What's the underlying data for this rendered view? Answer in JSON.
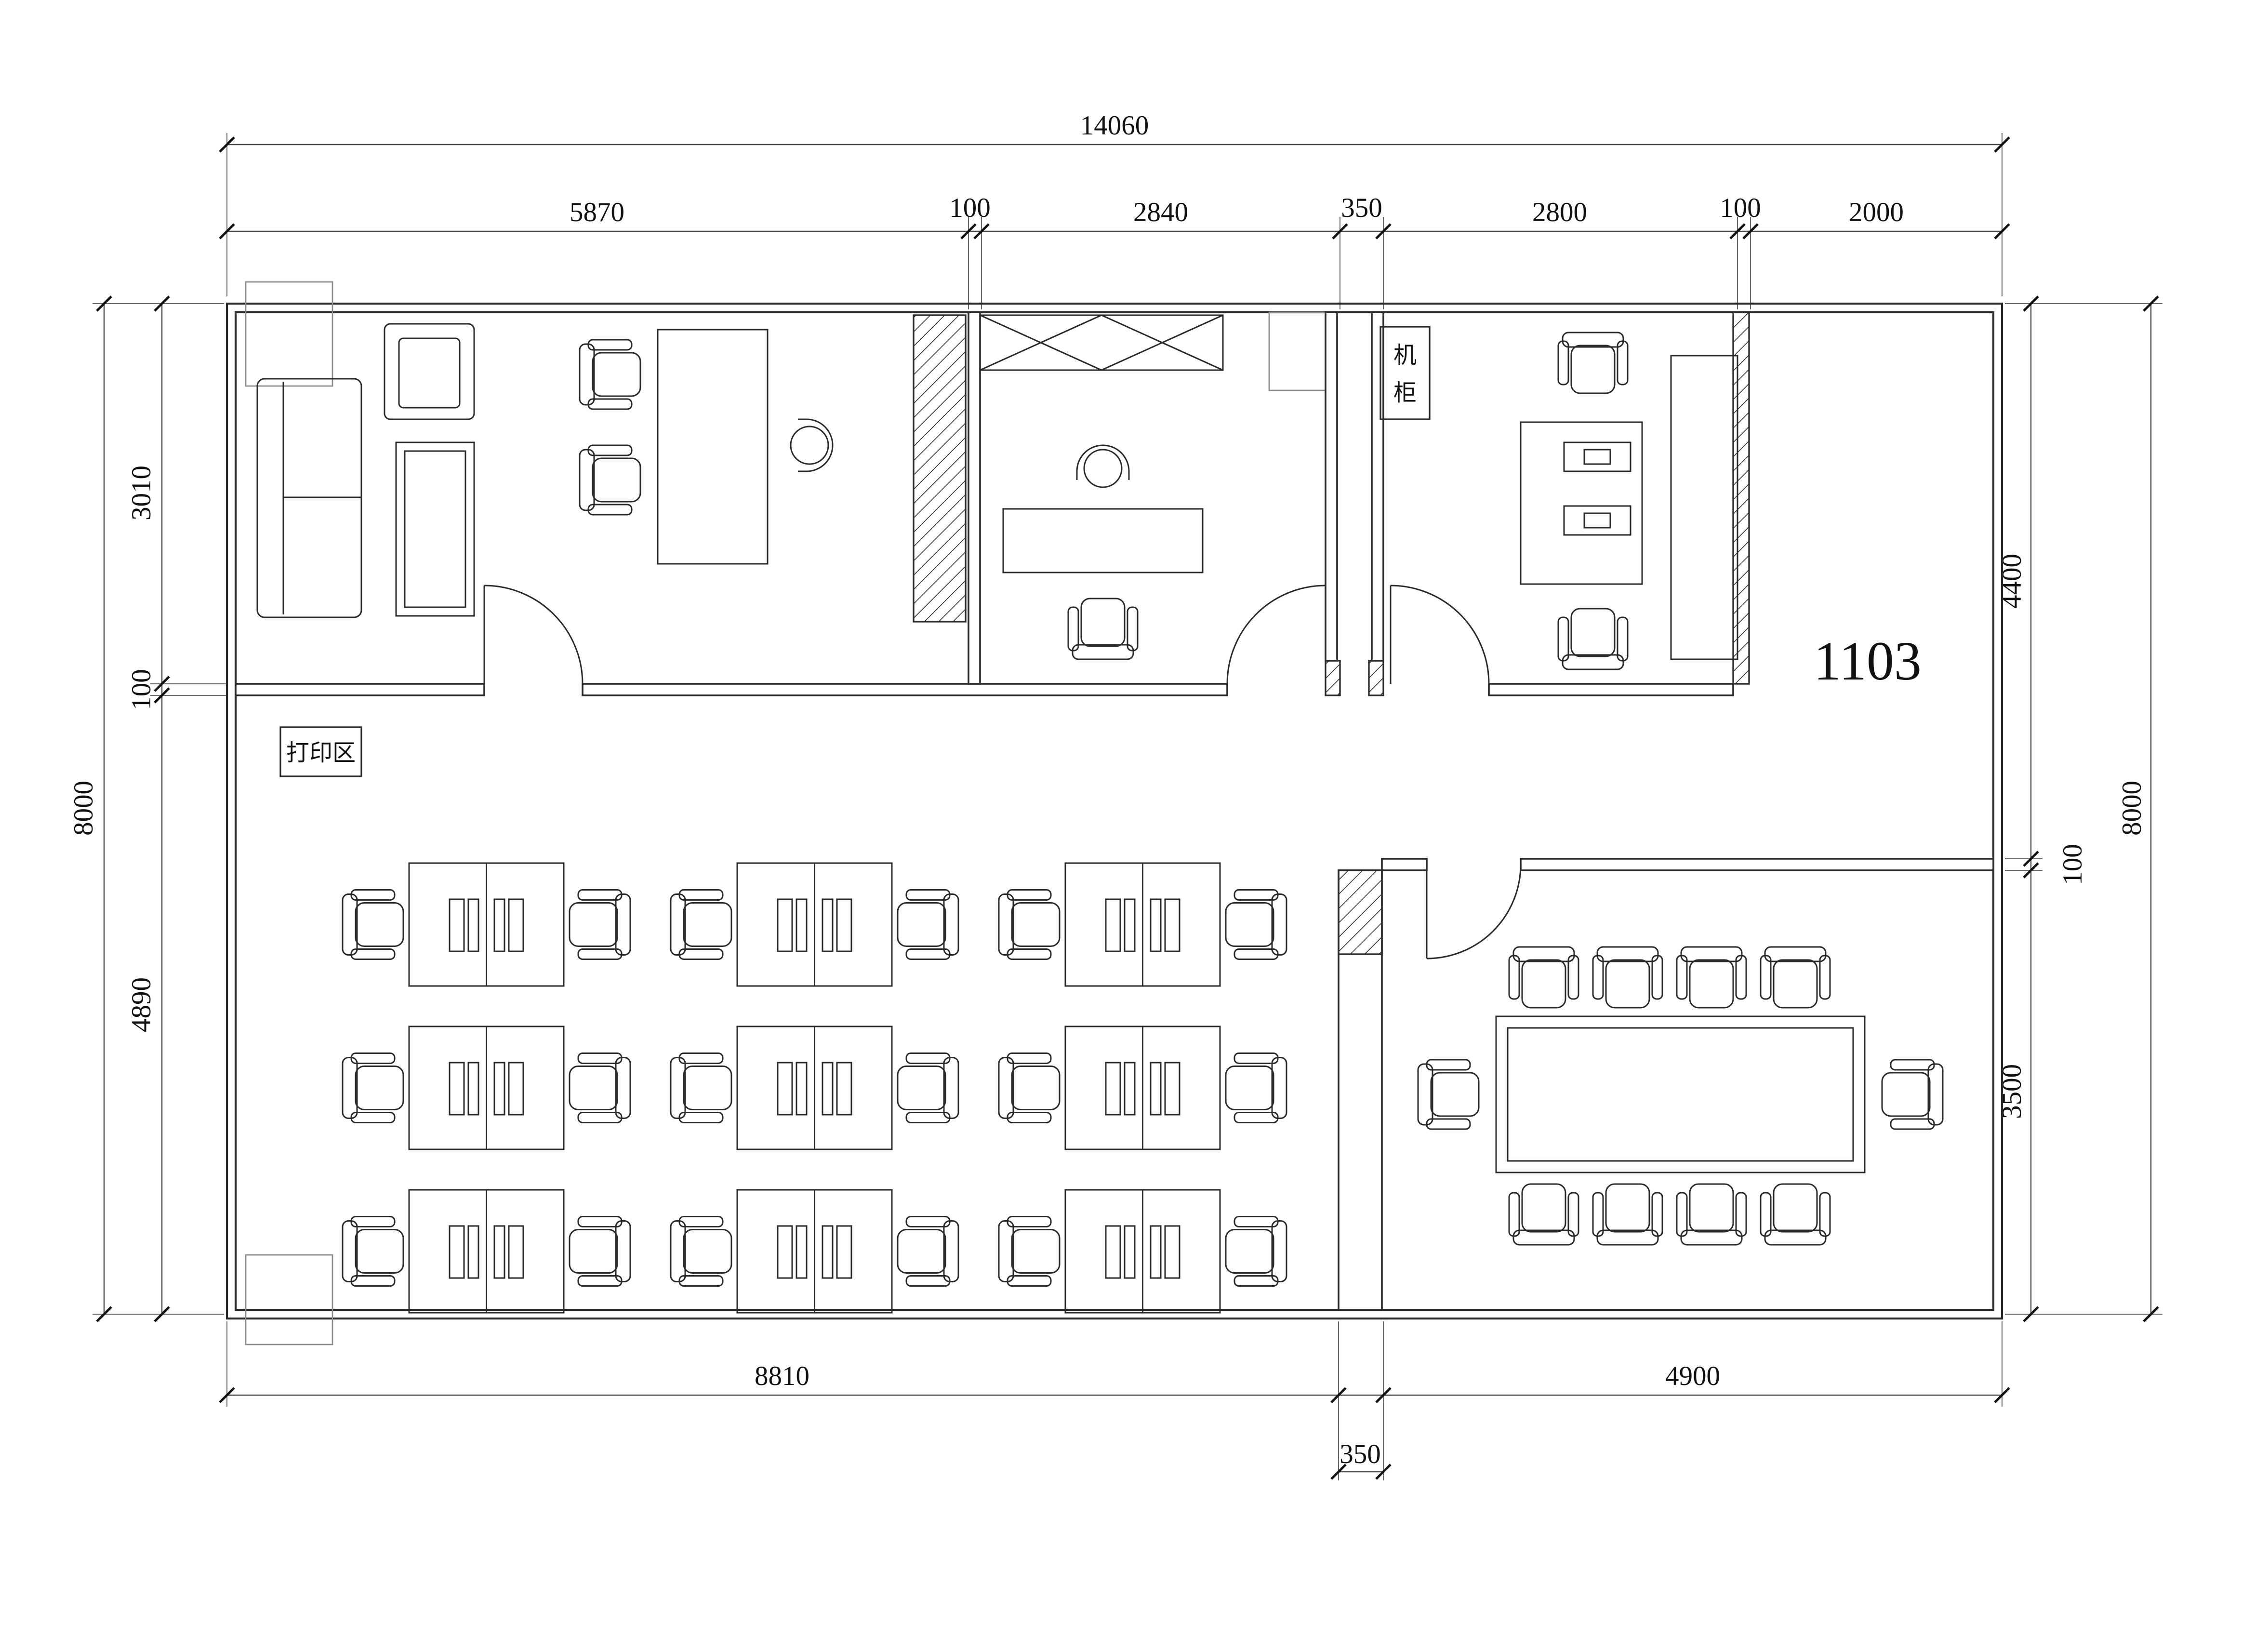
{
  "labels": {
    "unit": "1103",
    "print_area": "打印区",
    "server_cabinet_chars": [
      "机",
      "柜"
    ]
  },
  "dims": {
    "top_total": "14060",
    "top_segments": [
      "5870",
      "100",
      "2840",
      "350",
      "2800",
      "100",
      "2000"
    ],
    "left": [
      "3010",
      "100",
      "4890"
    ],
    "left_total": "8000",
    "right": [
      "4400",
      "100",
      "3500"
    ],
    "right_total": "8000",
    "bottom": [
      "8810",
      "4900"
    ],
    "bottom_gap": "350"
  },
  "colors": {
    "line": "#2a2a2a",
    "background": "#ffffff"
  }
}
